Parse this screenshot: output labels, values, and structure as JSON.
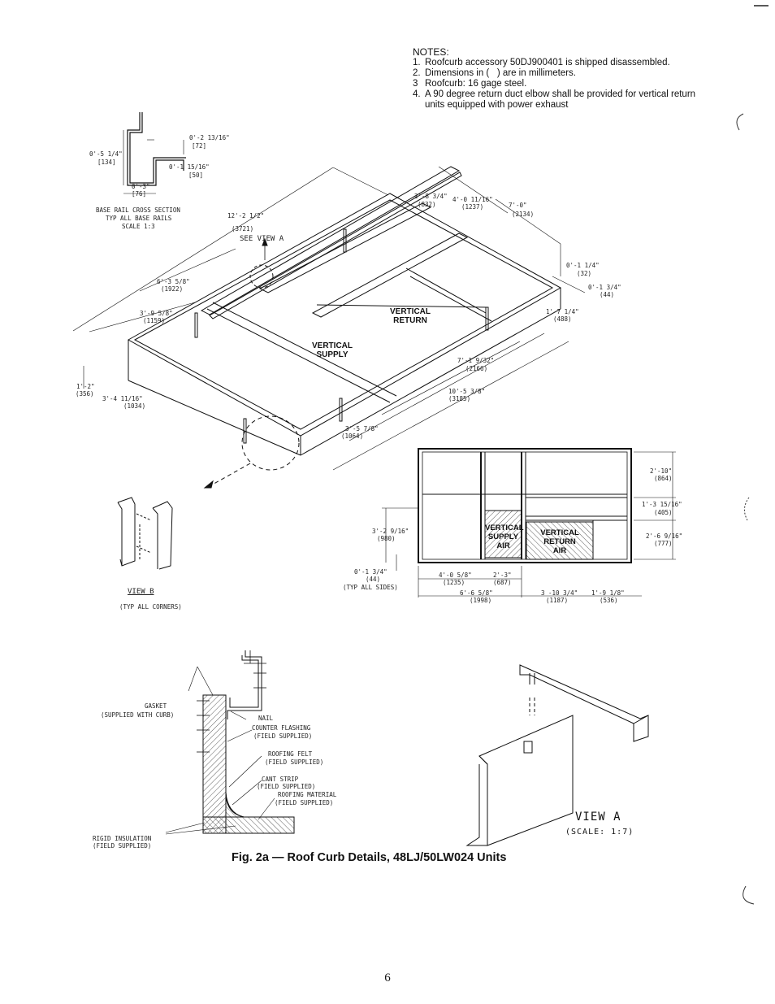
{
  "notes": {
    "heading": "NOTES:",
    "items": [
      {
        "num": "1.",
        "text": "Roofcurb accessory 50DJ900401 is shipped disassembled."
      },
      {
        "num": "2.",
        "text": "Dimensions in (   ) are in millimeters."
      },
      {
        "num": "3",
        "text": "Roofcurb: 16 gage steel."
      },
      {
        "num": "4.",
        "text": "A 90 degree return duct elbow shall be provided for vertical return units equipped with power exhaust"
      }
    ]
  },
  "base_rail": {
    "dim_height": "0'-5 1/4\"",
    "dim_height_mm": "[134]",
    "dim_top": "0'-2 13/16\"",
    "dim_top_mm": "[72]",
    "dim_flange": "0'-1 15/16\"",
    "dim_flange_mm": "[50]",
    "dim_base": "0'-3\"",
    "dim_base_mm": "[76]",
    "title1": "BASE RAIL CROSS SECTION",
    "title2": "TYP ALL BASE RAILS",
    "scale": "SCALE 1:3"
  },
  "isometric": {
    "d1": "12'-2 1/2\"",
    "d1_mm": "(3721)",
    "see_view_a": "SEE VIEW A",
    "d2": "6'-3 5/8\"",
    "d2_mm": "(1922)",
    "d3": "3'-9 5/8\"",
    "d3_mm": "(1159)",
    "d4": "1'-2\"",
    "d4_mm": "(356)",
    "d5": "3'-4 11/16\"",
    "d5_mm": "(1034)",
    "d6": "2'-8 3/4\"",
    "d6_mm": "(832)",
    "d7": "4'-0 11/16\"",
    "d7_mm": "(1237)",
    "d8": "7'-0\"",
    "d8_mm": "(2134)",
    "d9": "0'-1 1/4\"",
    "d9_mm": "(32)",
    "d10": "0'-1 3/4\"",
    "d10_mm": "(44)",
    "d11": "1'-7 1/4\"",
    "d11_mm": "(488)",
    "d12": "7'-1 9/32\"",
    "d12_mm": "(2166)",
    "d13": "10'-5 3/8\"",
    "d13_mm": "(3185)",
    "d14": "3'-5 7/8\"",
    "d14_mm": "(1064)",
    "vertical_return": "VERTICAL\nRETURN",
    "vertical_supply": "VERTICAL\nSUPPLY"
  },
  "view_b": {
    "title": "VIEW B",
    "sub": "(TYP  ALL CORNERS)"
  },
  "plan": {
    "vs1": "VERTICAL",
    "vs2": "SUPPLY",
    "vs3": "AIR",
    "vr1": "VERTICAL",
    "vr2": "RETURN",
    "vr3": "AIR",
    "r1": "2'-10\"",
    "r1_mm": "(864)",
    "r2": "1'-3 15/16\"",
    "r2_mm": "(405)",
    "r3": "2'-6 9/16\"",
    "r3_mm": "(777)",
    "l1": "3'-2 9/16\"",
    "l1_mm": "(980)",
    "l2": "0'-1 3/4\"",
    "l2_mm": "(44)",
    "l2_note": "(TYP ALL SIDES)",
    "b1": "4'-0 5/8\"",
    "b1_mm": "(1235)",
    "b2": "2'-3\"",
    "b2_mm": "(687)",
    "b3": "6'-6 5/8\"",
    "b3_mm": "(1998)",
    "b4": "3 -10 3/4\"",
    "b4_mm": "(1187)",
    "b5": "1'-9 1/8\"",
    "b5_mm": "(536)"
  },
  "flashing": {
    "gasket": "GASKET",
    "gasket_note": "(SUPPLIED WITH CURB)",
    "nail": "NAIL",
    "counter": "COUNTER FLASHING",
    "counter_note": "(FIELD SUPPLIED)",
    "felt": "ROOFING FELT",
    "felt_note": "(FIELD SUPPLIED)",
    "cant": "CANT STRIP",
    "cant_note": "(FIELD SUPPLIED)",
    "material": "ROOFING MATERIAL",
    "material_note": "(FIELD SUPPLIED)",
    "rigid": "RIGID INSULATION",
    "rigid_note": "(FIELD SUPPLIED)"
  },
  "view_a": {
    "title": "VIEW A",
    "scale": "(SCALE: 1:7)"
  },
  "caption": "Fig. 2a — Roof Curb Details, 48LJ/50LW024 Units",
  "page_number": "6"
}
